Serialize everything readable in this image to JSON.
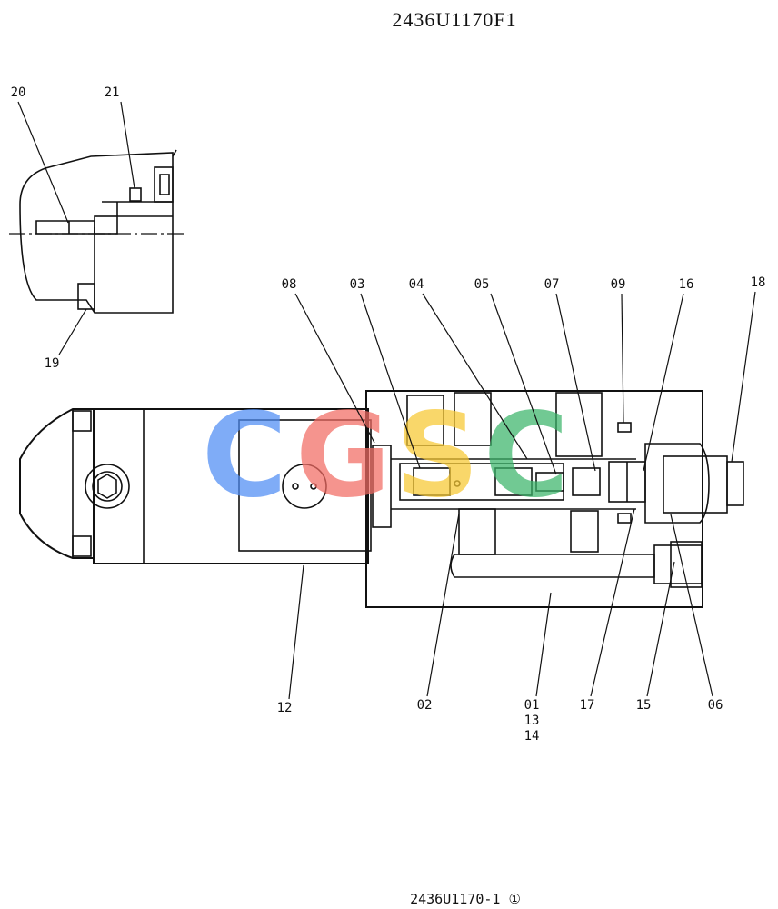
{
  "drawing_title": "2436U1170F1",
  "footer": "2436U1170-1 ①",
  "watermark": {
    "letters": [
      {
        "char": "C",
        "color": "#4f8df5"
      },
      {
        "char": "G",
        "color": "#f26b63"
      },
      {
        "char": "S",
        "color": "#f8c832"
      },
      {
        "char": "C",
        "color": "#3bb56a"
      }
    ]
  },
  "labels": {
    "p20": "20",
    "p21": "21",
    "p19": "19",
    "p08": "08",
    "p03": "03",
    "p04": "04",
    "p05": "05",
    "p07": "07",
    "p09": "09",
    "p16": "16",
    "p18": "18",
    "p12": "12",
    "p02": "02",
    "p01": "01",
    "p13": "13",
    "p14": "14",
    "p17": "17",
    "p15": "15",
    "p06": "06"
  }
}
